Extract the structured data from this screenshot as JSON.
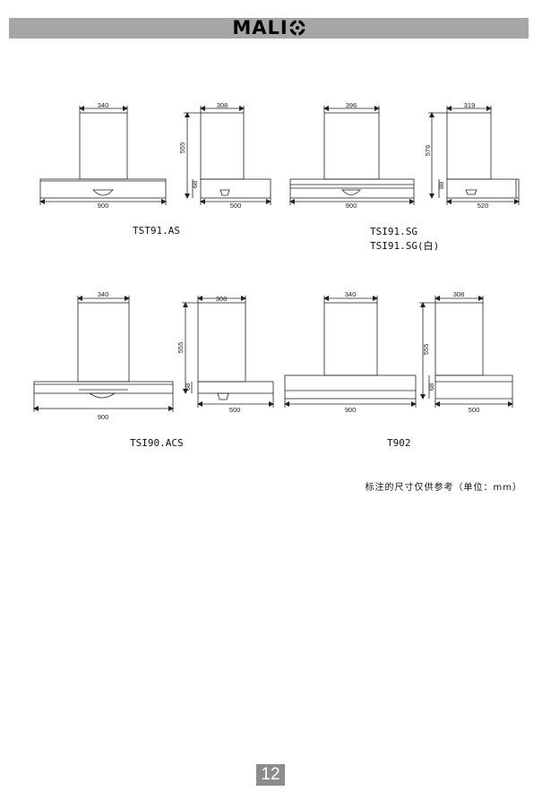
{
  "header": {
    "brand_text": "MALI",
    "logo_icon": "brand-o-logo-icon",
    "bar_color": "#a6a6a6"
  },
  "models": [
    {
      "labels": [
        "TST91.AS"
      ],
      "front": {
        "top_width": "340",
        "width": "900"
      },
      "side": {
        "top_width": "308",
        "height": "555",
        "hood_height": "68",
        "depth": "500"
      }
    },
    {
      "labels": [
        "TSI91.SG",
        "TSI91.SG(白)"
      ],
      "front": {
        "top_width": "396",
        "width": "900"
      },
      "side": {
        "top_width": "319",
        "height": "576",
        "hood_height": "88",
        "depth": "520"
      }
    },
    {
      "labels": [
        "TSI90.ACS"
      ],
      "front": {
        "top_width": "340",
        "width": "900"
      },
      "side": {
        "top_width": "308",
        "height": "555",
        "hood_height": "68",
        "depth": "500"
      }
    },
    {
      "labels": [
        "T902"
      ],
      "front": {
        "top_width": "340",
        "width": "900"
      },
      "side": {
        "top_width": "308",
        "height": "555",
        "hood_height": "68",
        "depth": "500"
      }
    }
  ],
  "note": "标注的尺寸仅供参考（单位：mm）",
  "page_number": "12"
}
